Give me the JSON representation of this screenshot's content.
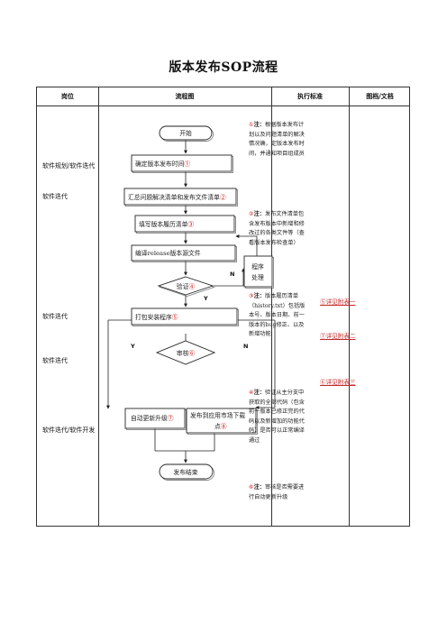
{
  "title": "版本发布SOP流程",
  "headers": {
    "role": "岗位",
    "flow": "流程图",
    "standard": "执行标准",
    "docs": "图档/文档"
  },
  "roles": [
    "软件规划/软件迭代",
    "软件迭代",
    "软件迭代",
    "软件迭代",
    "软件迭代/软件开发"
  ],
  "flow": {
    "start": "开始",
    "step1": "确定版本发布时间",
    "step1_num": "①",
    "step2": "汇总问题解决清单和发布文件清单",
    "step2_num": "②",
    "step3": "填写版本履历清单",
    "step3_num": "③",
    "step4": "编译release版本源文件",
    "verify": "验证",
    "verify_num": "④",
    "program_handle_1": "程序",
    "program_handle_2": "处理",
    "step5": "打包安装程序",
    "step5_num": "⑤",
    "review": "审核",
    "review_num": "⑥",
    "auto_update": "自动更新升级",
    "auto_update_num": "⑦",
    "publish_1": "发布到应用市场下载",
    "publish_2": "点",
    "publish_num": "⑧",
    "end": "发布结束",
    "label_n1": "N",
    "label_y1": "Y",
    "label_y2": "Y",
    "label_n2": "N"
  },
  "notes": [
    {
      "num": "①",
      "bold": "注：",
      "text": "根据版本发布计划以及问题清单的解决情况确，定版本发布时间，并通知项目组成员"
    },
    {
      "num": "②",
      "bold": "注：",
      "text": "发布文件清单包含发布版本中新增和修改过的各类文件等（查看版本发布检查单）"
    },
    {
      "num": "③",
      "bold": "注：",
      "text": "版本履历清单（history.txt）包括版本号、版本日期、前一版本的bug修正、以及新增功能"
    },
    {
      "num": "④",
      "bold": "注：",
      "text": "验证从主分支中获取的全部代码（包含前一版本已修正完的代码以及新增加的功能代码）是否可以正常编译通过"
    },
    {
      "num": "⑥",
      "bold": "注：",
      "text": "审核是否需要进行自动更新升级"
    }
  ],
  "docs": [
    "⑤详见附表一",
    "⑦详见附表二",
    "⑥详见附表三"
  ]
}
